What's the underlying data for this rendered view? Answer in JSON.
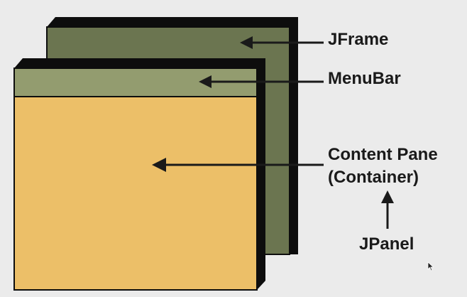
{
  "labels": {
    "jframe": "JFrame",
    "menubar": "MenuBar",
    "content_pane_line1": "Content Pane",
    "content_pane_line2": "(Container)",
    "jpanel": "JPanel"
  },
  "colors": {
    "background": "#ebebeb",
    "jframe_fill": "#6b7550",
    "menubar_fill": "#939c6f",
    "content_fill": "#ecbf68",
    "shadow": "#0d0d0d",
    "arrow": "#1a1a1a"
  }
}
